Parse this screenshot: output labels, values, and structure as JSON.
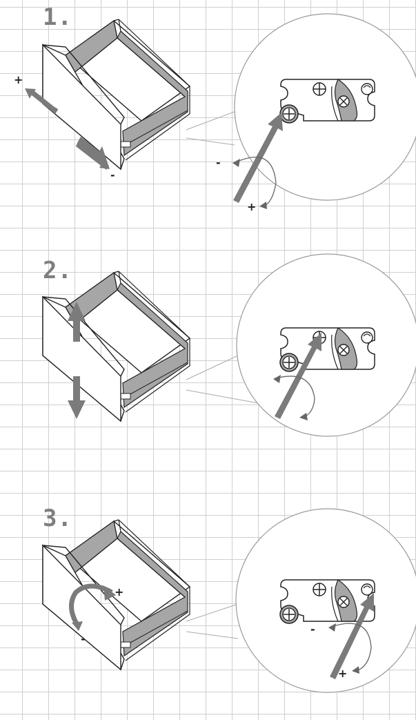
{
  "steps": [
    {
      "number": "1.",
      "plus": "+",
      "minus": "-",
      "detail_plus": "+",
      "detail_minus": "-"
    },
    {
      "number": "2."
    },
    {
      "number": "3.",
      "plus": "+",
      "minus": "-",
      "detail_plus": "+",
      "detail_minus": "-"
    }
  ],
  "colors": {
    "arrow": "#7b7b7b",
    "panel": "#a6a6a6",
    "line": "#222222",
    "grid": "#cfcfcf"
  }
}
